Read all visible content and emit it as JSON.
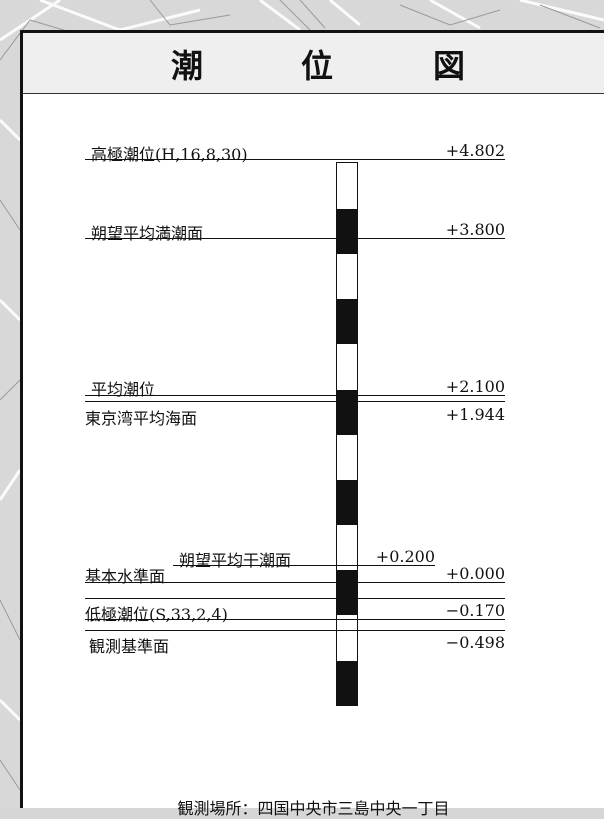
{
  "title_chars": [
    "潮",
    "位",
    "図"
  ],
  "levels": [
    {
      "name": "高極潮位(H,16,8,30)",
      "value": "+4.802"
    },
    {
      "name": "朔望平均満潮面",
      "value": "+3.800"
    },
    {
      "name": "平均潮位",
      "value": "+2.100"
    },
    {
      "name": "東京湾平均海面",
      "value": "+1.944"
    },
    {
      "name": "基本水準面",
      "value": "+0.000"
    },
    {
      "name": "朔望平均干潮面",
      "value": "+0.200"
    },
    {
      "name": "低極潮位(S,33,2,4)",
      "value": "−0.170"
    },
    {
      "name": "観測基準面",
      "value": "−0.498"
    }
  ],
  "location": "観測場所：四国中央市三島中央一丁目",
  "colors": {
    "panel": "#ffffff",
    "header": "#efefef",
    "staff_dark": "#111111",
    "map": "#d6d6d6"
  }
}
